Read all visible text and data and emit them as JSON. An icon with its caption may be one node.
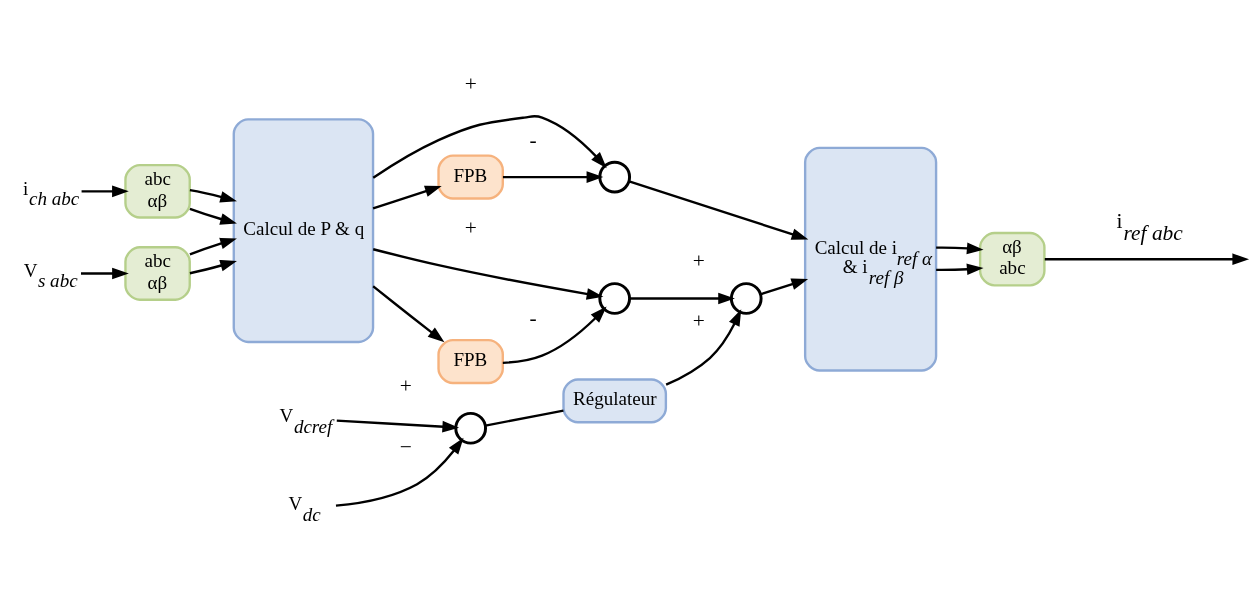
{
  "diagram": {
    "nodes": [
      {
        "text": [
          "V$_{dcref}$"
        ]
      },
      {
        "text": [],
        "shape": "circle"
      },
      {
        "text": [
          "Régulateur"
        ]
      },
      {
        "text": [
          "V$_{dc}$"
        ]
      },
      {
        "text": [
          "i$_{ch abc}$"
        ]
      },
      {
        "text": [
          "abc",
          "αβ"
        ]
      },
      {
        "text": [
          "V$_{s abc}$"
        ]
      },
      {
        "text": [
          "abc",
          "αβ"
        ]
      },
      {
        "text": [
          "Calcul de P & q"
        ]
      },
      {
        "text": [
          "FPB"
        ]
      },
      {
        "text": [],
        "shape": "circle"
      },
      {
        "text": [],
        "shape": "circle"
      },
      {
        "text": [
          "FPB"
        ]
      },
      {
        "text": [],
        "shape": "circle"
      },
      {
        "text": [
          "Calcul de i$_{ref α}$ & i$_{ref β}$"
        ]
      },
      {
        "text": [
          "αβ",
          "abc"
        ]
      }
    ],
    "edges": [
      {
        "from": 0,
        "to": 1,
        "arrow": "to",
        "label": "+"
      },
      {
        "from": 3,
        "to": 1,
        "arrow": "to",
        "label": "−"
      },
      {
        "from": 1,
        "to": 2,
        "arrow": "none"
      },
      {
        "from": 4,
        "to": 5,
        "arrow": "to"
      },
      {
        "from": 5,
        "to": 8,
        "arrow": "to"
      },
      {
        "from": 5,
        "to": 8,
        "arrow": "to"
      },
      {
        "from": 6,
        "to": 7,
        "arrow": "to"
      },
      {
        "from": 7,
        "to": 8,
        "arrow": "to"
      },
      {
        "from": 7,
        "to": 8,
        "arrow": "to"
      },
      {
        "from": 8,
        "to": 9,
        "arrow": "to"
      },
      {
        "from": 8,
        "to": 10,
        "arrow": "to",
        "label": "+"
      },
      {
        "from": 9,
        "to": 10,
        "arrow": "to",
        "label": "-"
      },
      {
        "from": 10,
        "to": 11,
        "arrow": "to",
        "label": "+"
      },
      {
        "from": 2,
        "to": 11,
        "arrow": "to",
        "label": "+"
      },
      {
        "from": 11,
        "to": 14,
        "arrow": "to"
      },
      {
        "from": 8,
        "to": 12,
        "arrow": "to"
      },
      {
        "from": 8,
        "to": 13,
        "arrow": "to",
        "label": "+"
      },
      {
        "from": 12,
        "to": 13,
        "arrow": "to",
        "label": "-"
      },
      {
        "from": 13,
        "to": 14,
        "arrow": "to"
      },
      {
        "from": 14,
        "to": 15,
        "arrow": "to"
      },
      {
        "from": 14,
        "to": 15,
        "arrow": "to"
      },
      {
        "from": 15,
        "to": null,
        "arrow": "to",
        "label": "i$_{ref abc}$"
      }
    ]
  }
}
